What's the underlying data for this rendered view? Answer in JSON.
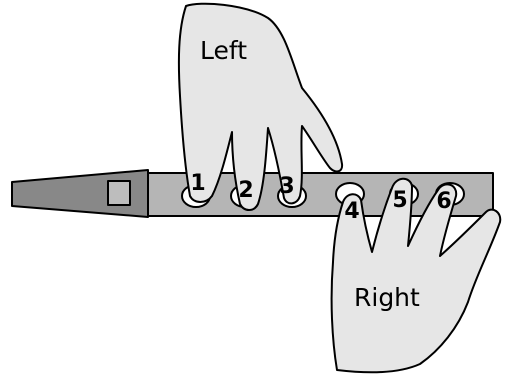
{
  "hands": {
    "left_label": "Left",
    "right_label": "Right"
  },
  "holes": [
    "1",
    "2",
    "3",
    "4",
    "5",
    "6"
  ],
  "colors": {
    "hand_fill": "#e6e6e6",
    "body_fill": "#b5b5b5",
    "mouthpiece_fill": "#888888",
    "window_fill": "#bdbdbd",
    "hole_fill": "#ffffff",
    "outline": "#000000"
  }
}
